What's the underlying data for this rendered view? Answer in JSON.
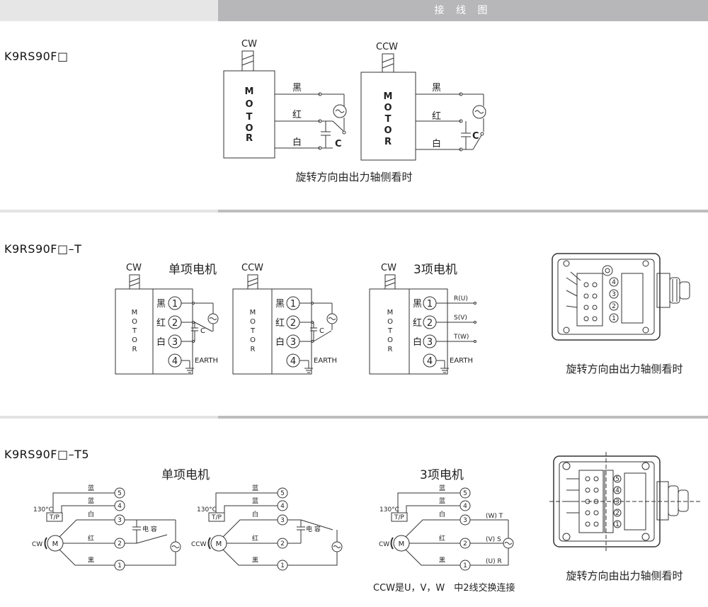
{
  "header": {
    "title": "接 线 图"
  },
  "sections": [
    {
      "model": "K9RS90F□"
    },
    {
      "model": "K9RS90F□–T"
    },
    {
      "model": "K9RS90F□–T5"
    }
  ],
  "s1": {
    "cw": "CW",
    "ccw": "CCW",
    "motor_letters": [
      "M",
      "O",
      "T",
      "O",
      "R"
    ],
    "wire_black": "黑",
    "wire_red": "红",
    "wire_white": "白",
    "cap": "C",
    "caption": "旋转方向由出力轴侧看时"
  },
  "s2": {
    "cw": "CW",
    "ccw": "CCW",
    "single_phase": "单项电机",
    "three_phase": "3项电机",
    "motor_letters": [
      "M",
      "O",
      "T",
      "O",
      "R"
    ],
    "wire_black": "黑",
    "wire_red": "红",
    "wire_white": "白",
    "terminals": [
      "1",
      "2",
      "3",
      "4"
    ],
    "cap": "C",
    "earth": "EARTH",
    "r_u": "R(U)",
    "s_v": "S(V)",
    "t_w": "T(W)",
    "caption": "旋转方向由出力轴侧看时",
    "box_terms": [
      "4",
      "3",
      "2",
      "1"
    ]
  },
  "s3": {
    "single_phase": "单项电机",
    "three_phase": "3项电机",
    "blue": "蓝",
    "white": "白",
    "red": "红",
    "black": "黑",
    "temp": "130°C",
    "tp": "T/P",
    "m": "M",
    "cw": "CW",
    "ccw": "CCW",
    "cap": "电 容",
    "terms": [
      "5",
      "4",
      "3",
      "2",
      "1"
    ],
    "wt": "(W) T",
    "vs": "(V) S",
    "ur": "(U) R",
    "note": "CCW是U，V，W　中2线交换连接",
    "caption": "旋转方向由出力轴侧看时",
    "box_terms": [
      "5",
      "4",
      "3",
      "2",
      "1"
    ]
  },
  "colors": {
    "header_bg": "#b7b7b9",
    "line": "#333333"
  }
}
